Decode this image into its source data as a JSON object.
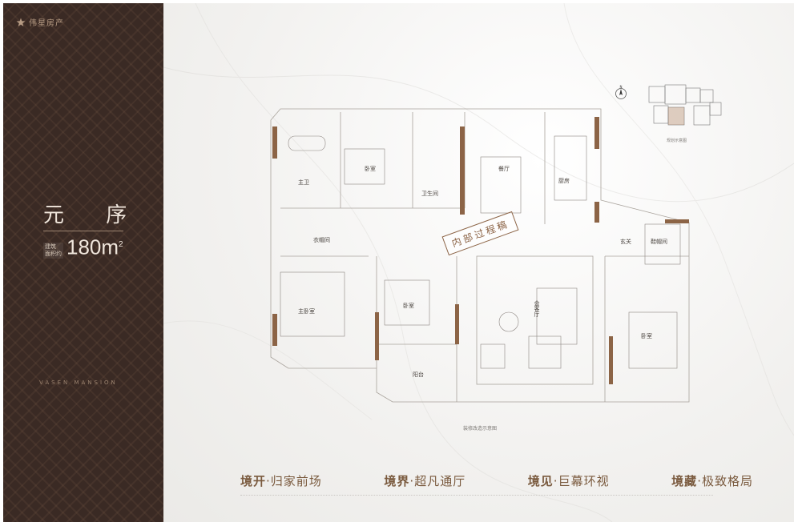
{
  "brand": {
    "logo_text": "伟星房产"
  },
  "sidebar": {
    "title": "元 序",
    "area_tag_line1": "建筑",
    "area_tag_line2": "面积约",
    "area_value": "180m",
    "area_unit_sup": "2",
    "brand_en": "VASEN MANSION"
  },
  "plan": {
    "rooms": {
      "master_bath": "主卫",
      "bedroom_a": "卧室",
      "bathroom": "卫生间",
      "dining": "餐厅",
      "kitchen": "厨房",
      "closet": "衣帽间",
      "entrance": "玄关",
      "shoe_room": "鞋帽间",
      "master_bedroom": "主卧室",
      "bedroom_b": "卧室",
      "living": "会客厅",
      "bedroom_c": "卧室",
      "balcony": "阳台"
    },
    "stamp": "内部过程稿",
    "caption": "装修改造示意图",
    "mini_caption": "规划示意图",
    "north_label": "N"
  },
  "features": [
    {
      "head": "境开",
      "sep": "·",
      "body": "归家前场"
    },
    {
      "head": "境界",
      "sep": "·",
      "body": "超凡通厅"
    },
    {
      "head": "境见",
      "sep": "·",
      "body": "巨幕环视"
    },
    {
      "head": "境藏",
      "sep": "·",
      "body": "极致格局"
    }
  ],
  "colors": {
    "panel": "#3a2a24",
    "accent": "#7a5a3e",
    "wall": "#8c6446"
  }
}
